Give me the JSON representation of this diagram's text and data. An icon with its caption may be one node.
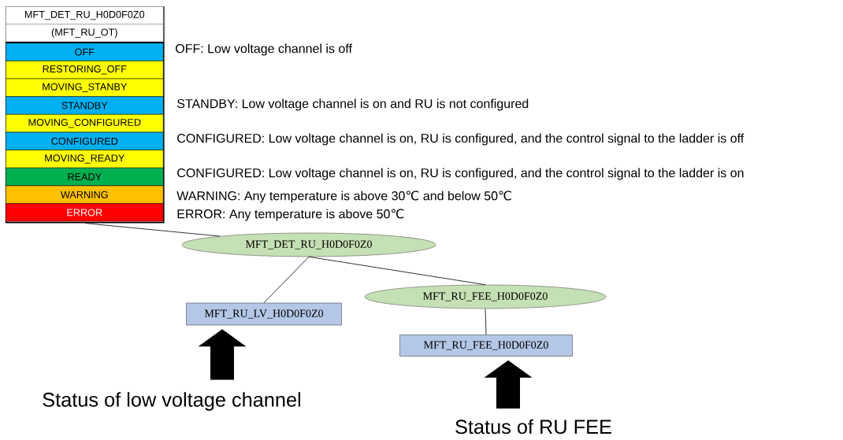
{
  "diagram": {
    "nodes": [
      {
        "text": [
          "MFT_DET_RU_H0D0F0Z0",
          "(MFT_RU_OT)"
        ]
      },
      {
        "text": [
          "OFF"
        ],
        "in": 0
      },
      {
        "text": [
          "RESTORING_OFF"
        ],
        "in": 0
      },
      {
        "text": [
          "MOVING_STANBY"
        ],
        "in": 0
      },
      {
        "text": [
          "STANDBY"
        ],
        "in": 0
      },
      {
        "text": [
          "MOVING_CONFIGURED"
        ],
        "in": 0
      },
      {
        "text": [
          "CONFIGURED"
        ],
        "in": 0
      },
      {
        "text": [
          "MOVING_READY"
        ],
        "in": 0
      },
      {
        "text": [
          "READY"
        ],
        "in": 0
      },
      {
        "text": [
          "WARNING"
        ],
        "in": 0
      },
      {
        "text": [
          "ERROR"
        ],
        "in": 0
      },
      {
        "text": [
          "MFT_DET_RU_H0D0F0Z0"
        ]
      },
      {
        "text": [
          "MFT_RU_LV_H0D0F0Z0"
        ]
      },
      {
        "text": [
          "MFT_RU_FEE_H0D0F0Z0"
        ]
      },
      {
        "text": [
          "MFT_RU_FEE_H0D0F0Z0"
        ]
      },
      {
        "text": [
          "Status of low voltage channel"
        ]
      },
      {
        "text": [
          "Status of RU FEE"
        ]
      }
    ],
    "edges": [
      {
        "from": 0,
        "to": 11,
        "arrow": "none"
      },
      {
        "from": 11,
        "to": 12,
        "arrow": "none"
      },
      {
        "from": 11,
        "to": 13,
        "arrow": "none"
      },
      {
        "from": 13,
        "to": 14,
        "arrow": "none"
      },
      {
        "from": 15,
        "to": 12,
        "arrow": "to",
        "style": "thick"
      },
      {
        "from": 16,
        "to": 14,
        "arrow": "to",
        "style": "thick"
      }
    ],
    "labels": [
      "OFF: Low voltage channel is off",
      "STANDBY: Low voltage channel is on and RU is not configured",
      "CONFIGURED: Low voltage channel is on, RU is configured, and the control signal to the ladder is off",
      "CONFIGURED: Low voltage channel is on, RU is configured, and the control signal to the ladder is on",
      "WARNING: Any temperature is above 30℃ and below 50℃",
      "ERROR: Any temperature is above 50℃"
    ]
  }
}
